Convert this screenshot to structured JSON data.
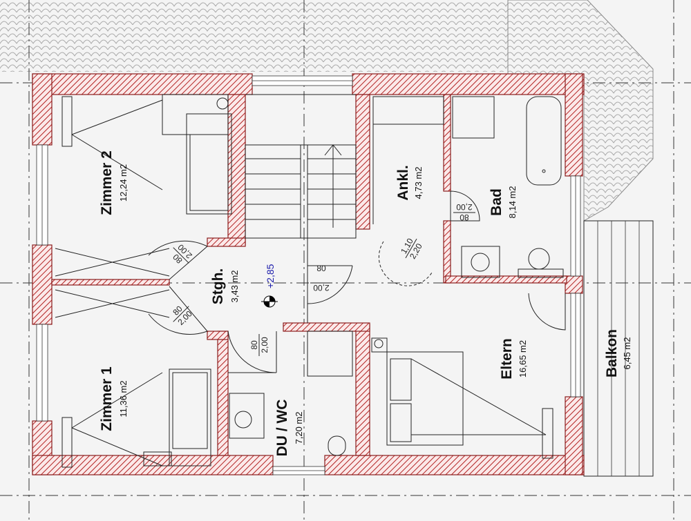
{
  "rooms": [
    {
      "name": "Zimmer 2",
      "area": "12,24 m2"
    },
    {
      "name": "Zimmer 1",
      "area": "11,36 m2"
    },
    {
      "name": "Stgh.",
      "area": "3,43 m2"
    },
    {
      "name": "Ankl.",
      "area": "4,73 m2"
    },
    {
      "name": "Bad",
      "area": "8,14 m2"
    },
    {
      "name": "Eltern",
      "area": "16,65 m2"
    },
    {
      "name": "Balkon",
      "area": "6,45 m2"
    },
    {
      "name": "DU / WC",
      "area": "7,20 m2"
    }
  ],
  "level": "+2,85",
  "doors": [
    {
      "width": "80",
      "height": "2,00"
    },
    {
      "width": "80",
      "height": "2,00"
    },
    {
      "width": "80",
      "height": "2,00"
    },
    {
      "width": "80",
      "height": "2,00"
    },
    {
      "width": "80",
      "height": "2,00"
    },
    {
      "width": "1,10",
      "height": "2,20"
    }
  ],
  "colors": {
    "wall_hatch": "#b22222",
    "wall_fill": "#fbe9e9",
    "level_text": "#1a1aaa"
  }
}
